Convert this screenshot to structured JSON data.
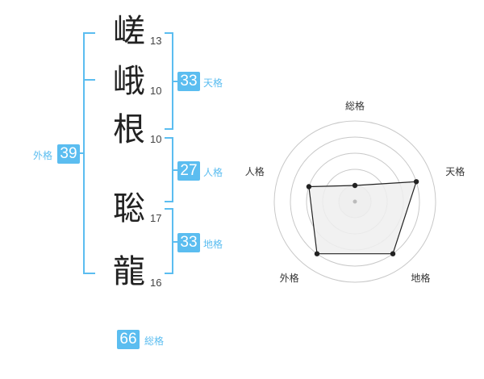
{
  "accent_color": "#5bbdf0",
  "characters": [
    {
      "char": "嵯",
      "strokes": "13"
    },
    {
      "char": "峨",
      "strokes": "10"
    },
    {
      "char": "根",
      "strokes": "10"
    },
    {
      "char": "聡",
      "strokes": "17"
    },
    {
      "char": "龍",
      "strokes": "16"
    }
  ],
  "kakusu": {
    "tenkaku": {
      "value": "33",
      "label": "天格"
    },
    "jinkaku": {
      "value": "27",
      "label": "人格"
    },
    "chikaku": {
      "value": "33",
      "label": "地格"
    },
    "gaikaku": {
      "value": "39",
      "label": "外格"
    },
    "soukaku": {
      "value": "66",
      "label": "総格"
    }
  },
  "chart_data": {
    "type": "radar",
    "axes": [
      "総格",
      "天格",
      "地格",
      "外格",
      "人格"
    ],
    "values": [
      1,
      4,
      4,
      4,
      3
    ],
    "rmax": 5,
    "rings": 5,
    "grid": true,
    "fill_color": "#eeeeee",
    "line_color": "#222222",
    "ring_color": "#c8c8c8"
  }
}
